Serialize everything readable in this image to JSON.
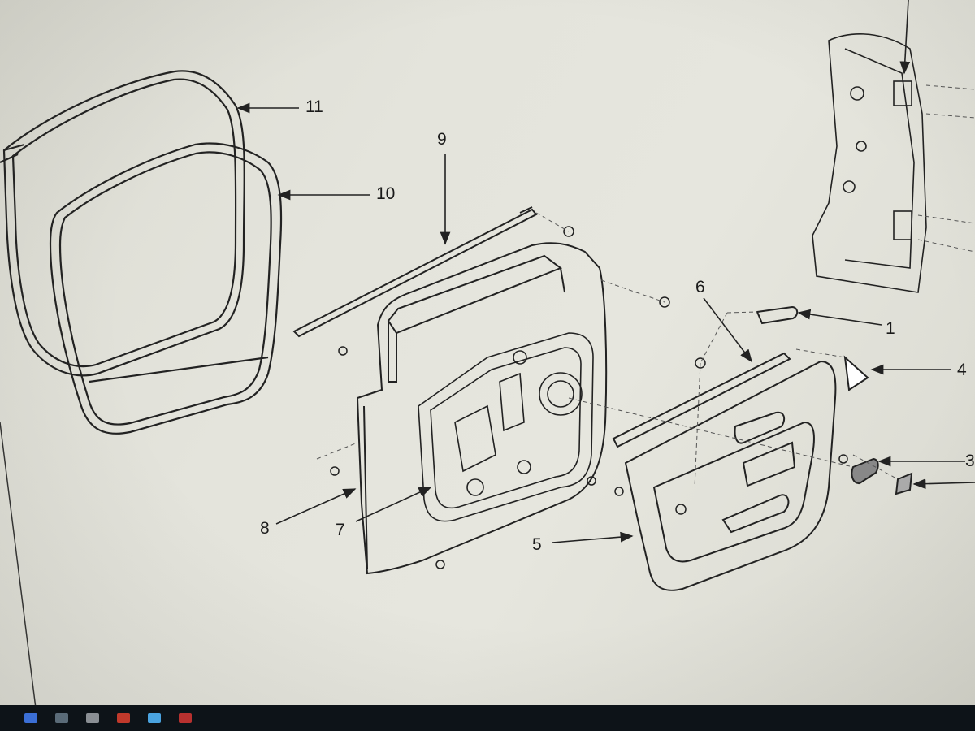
{
  "diagram": {
    "callouts": {
      "c1": "1",
      "c3": "3",
      "c4": "4",
      "c5": "5",
      "c6": "6",
      "c7": "7",
      "c8": "8",
      "c9": "9",
      "c10": "10",
      "c11": "11"
    }
  },
  "taskbar": {
    "icons": [
      "windows-icon",
      "search-icon",
      "store-icon",
      "app-icon",
      "explorer-icon",
      "pdf-icon"
    ],
    "colors": [
      "#3b6fd6",
      "#5a6b78",
      "#8a8f94",
      "#c0392b",
      "#4aa3df",
      "#b8312f"
    ]
  },
  "colors": {
    "screen_background": "#e4e4dc",
    "line_art": "#222222",
    "bezel": "#11171c"
  }
}
